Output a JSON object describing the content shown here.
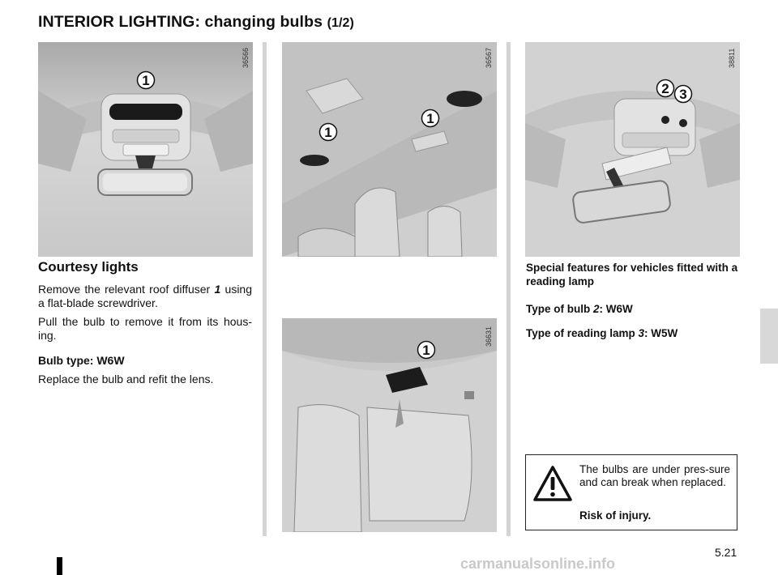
{
  "header": {
    "title": "INTERIOR LIGHTING: changing bulbs",
    "title_part": "(1/2)"
  },
  "images": {
    "img1": {
      "ref": "36566",
      "callouts": [
        "1"
      ],
      "icon": "courtesy-light-mirror-illustration"
    },
    "img2": {
      "ref": "36567",
      "callouts": [
        "1",
        "1"
      ],
      "icon": "cabin-ceiling-lights-illustration"
    },
    "img3": {
      "ref": "38811",
      "callouts": [
        "2",
        "3"
      ],
      "icon": "reading-lamp-illustration"
    },
    "img4": {
      "ref": "36631",
      "callouts": [
        "1"
      ],
      "icon": "rear-cargo-light-illustration"
    }
  },
  "left": {
    "heading": "Courtesy lights",
    "p1_text": "Remove the relevant roof diffuser ",
    "p1_ref": "1",
    "p1_end": "using a flat-blade screwdriver.",
    "p2": "Pull the bulb to remove it from its hous-ing.",
    "p3": "Bulb type: W6W",
    "p4": "Replace the bulb and refit the lens."
  },
  "right": {
    "p1": "Special features for vehicles fitted with a reading lamp",
    "p2_a": "Type of bulb ",
    "p2_ref": "2",
    "p2_b": ": W6W",
    "p3_a": "Type of reading lamp ",
    "p3_ref": "3",
    "p3_b": ": W5W"
  },
  "warning": {
    "icon": "warning-triangle-icon",
    "text": "The bulbs are under pres-sure and can break when replaced.",
    "risk": "Risk of injury."
  },
  "footer": {
    "page_number": "5.21",
    "watermark": "carmanualsonline.info"
  },
  "colors": {
    "section_tab": "#d8d8d8",
    "divider": "#d4d4d4",
    "illustration_bg": "#cfcfcf"
  }
}
